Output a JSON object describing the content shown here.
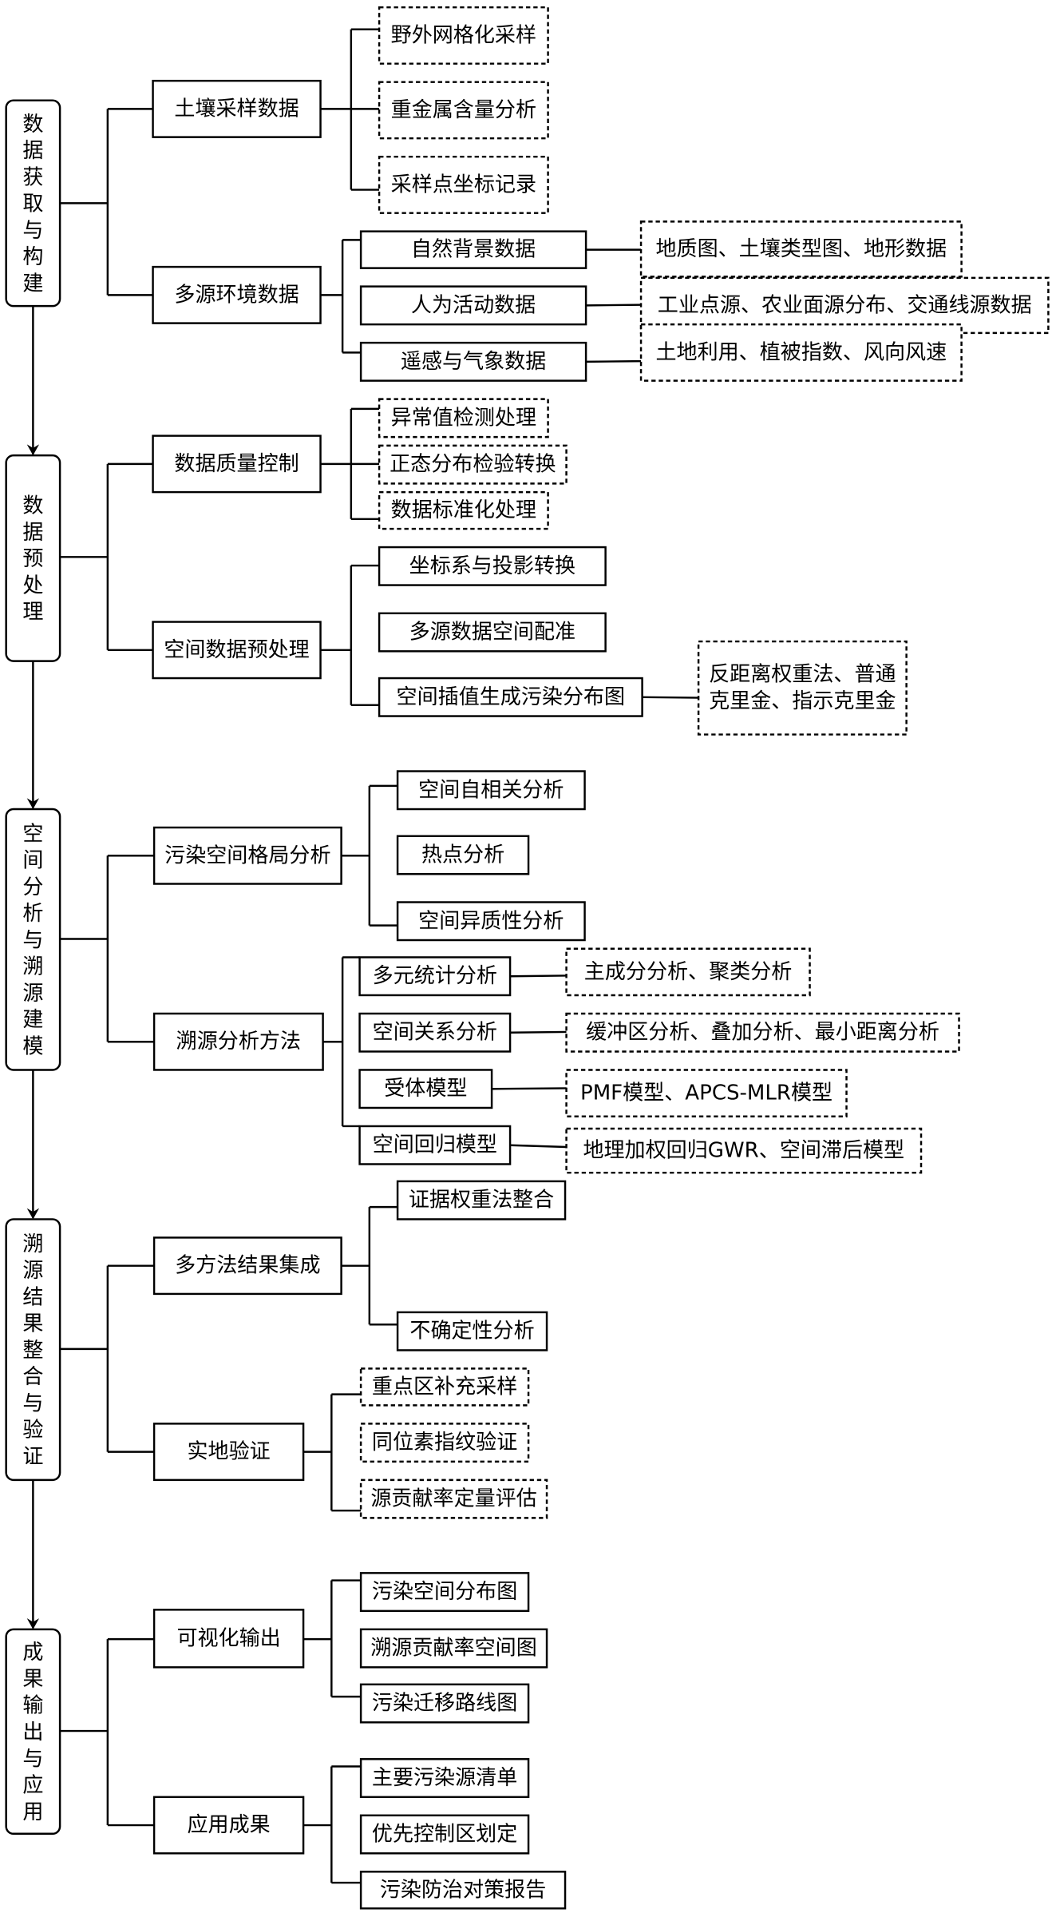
{
  "colors": {
    "line": "#000000",
    "background": "#ffffff"
  },
  "stages": [
    {
      "title": "数据获取与构建",
      "groups": [
        {
          "label": "土壤采样数据",
          "items": [
            {
              "label": "野外网格化采样",
              "border": "dashed"
            },
            {
              "label": "重金属含量分析",
              "border": "dashed"
            },
            {
              "label": "采样点坐标记录",
              "border": "dashed"
            }
          ]
        },
        {
          "label": "多源环境数据",
          "items": [
            {
              "label": "自然背景数据",
              "border": "solid",
              "detail": {
                "lines": [
                  "地质图、土壤类型图、地形数据"
                ]
              }
            },
            {
              "label": "人为活动数据",
              "border": "solid",
              "detail": {
                "lines": [
                  "工业点源、农业面源分布、交通线源数据"
                ]
              }
            },
            {
              "label": "遥感与气象数据",
              "border": "solid",
              "detail": {
                "lines": [
                  "土地利用、植被指数、风向风速"
                ]
              }
            }
          ]
        }
      ]
    },
    {
      "title": "数据预处理",
      "groups": [
        {
          "label": "数据质量控制",
          "items": [
            {
              "label": "异常值检测处理",
              "border": "dashed"
            },
            {
              "label": "正态分布检验转换",
              "border": "dashed"
            },
            {
              "label": "数据标准化处理",
              "border": "dashed"
            }
          ]
        },
        {
          "label": "空间数据预处理",
          "items": [
            {
              "label": "坐标系与投影转换",
              "border": "solid"
            },
            {
              "label": "多源数据空间配准",
              "border": "solid"
            },
            {
              "label": "空间插值生成污染分布图",
              "border": "solid",
              "detail": {
                "lines": [
                  "反距离权重法、普通",
                  "克里金、指示克里金"
                ]
              }
            }
          ]
        }
      ]
    },
    {
      "title": "空间分析与溯源建模",
      "groups": [
        {
          "label": "污染空间格局分析",
          "items": [
            {
              "label": "空间自相关分析",
              "border": "solid"
            },
            {
              "label": "热点分析",
              "border": "solid"
            },
            {
              "label": "空间异质性分析",
              "border": "solid"
            }
          ]
        },
        {
          "label": "溯源分析方法",
          "items": [
            {
              "label": "多元统计分析",
              "border": "solid",
              "detail": {
                "lines": [
                  "主成分分析、聚类分析"
                ]
              }
            },
            {
              "label": "空间关系分析",
              "border": "solid",
              "detail": {
                "lines": [
                  "缓冲区分析、叠加分析、最小距离分析"
                ]
              }
            },
            {
              "label": "受体模型",
              "border": "solid",
              "detail": {
                "lines": [
                  "PMF模型、APCS-MLR模型"
                ]
              }
            },
            {
              "label": "空间回归模型",
              "border": "solid",
              "detail": {
                "lines": [
                  "地理加权回归GWR、空间滞后模型"
                ]
              }
            }
          ]
        }
      ]
    },
    {
      "title": "溯源结果整合与验证",
      "groups": [
        {
          "label": "多方法结果集成",
          "items": [
            {
              "label": "证据权重法整合",
              "border": "solid"
            },
            {
              "label": "不确定性分析",
              "border": "solid"
            }
          ]
        },
        {
          "label": "实地验证",
          "items": [
            {
              "label": "重点区补充采样",
              "border": "dashed"
            },
            {
              "label": "同位素指纹验证",
              "border": "dashed"
            },
            {
              "label": "源贡献率定量评估",
              "border": "dashed"
            }
          ]
        }
      ]
    },
    {
      "title": "成果输出与应用",
      "groups": [
        {
          "label": "可视化输出",
          "items": [
            {
              "label": "污染空间分布图",
              "border": "solid"
            },
            {
              "label": "溯源贡献率空间图",
              "border": "solid"
            },
            {
              "label": "污染迁移路线图",
              "border": "solid"
            }
          ]
        },
        {
          "label": "应用成果",
          "items": [
            {
              "label": "主要污染源清单",
              "border": "solid"
            },
            {
              "label": "优先控制区划定",
              "border": "solid"
            },
            {
              "label": "污染防治对策报告",
              "border": "solid"
            }
          ]
        }
      ]
    }
  ]
}
